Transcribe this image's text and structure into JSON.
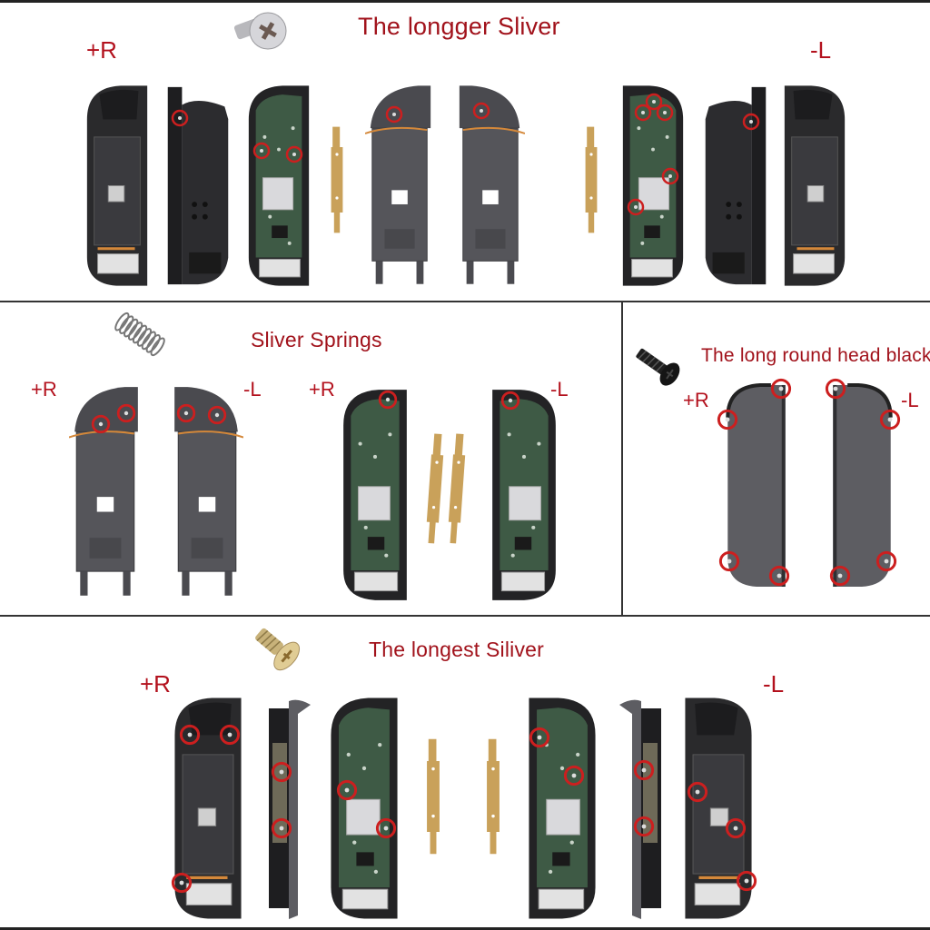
{
  "colors": {
    "label_red": "#a1121b",
    "marker_red": "#cc1f1f",
    "shell_dark": "#2a2a2c",
    "shell_gray": "#5d5d62",
    "pcb_green": "#3e5a45",
    "flex_orange": "#d4883a",
    "sliver_gold": "#c9a15a",
    "battery_silver": "#d8d8d8"
  },
  "sections": {
    "top": {
      "title": "The longger Sliver",
      "right_label": "+R",
      "left_label": "-L",
      "screw_icon": "silver-flathead-screw-icon"
    },
    "middle_left": {
      "title": "Sliver Springs",
      "labels": [
        "+R",
        "-L",
        "+R",
        "-L"
      ],
      "screw_icon": "spring-icon"
    },
    "middle_right": {
      "title": "The long round head black",
      "right_label": "+R",
      "left_label": "-L",
      "screw_icon": "black-roundhead-screw-icon"
    },
    "bottom": {
      "title": "The longest Siliver",
      "right_label": "+R",
      "left_label": "-L",
      "screw_icon": "gold-flathead-screw-icon"
    }
  }
}
